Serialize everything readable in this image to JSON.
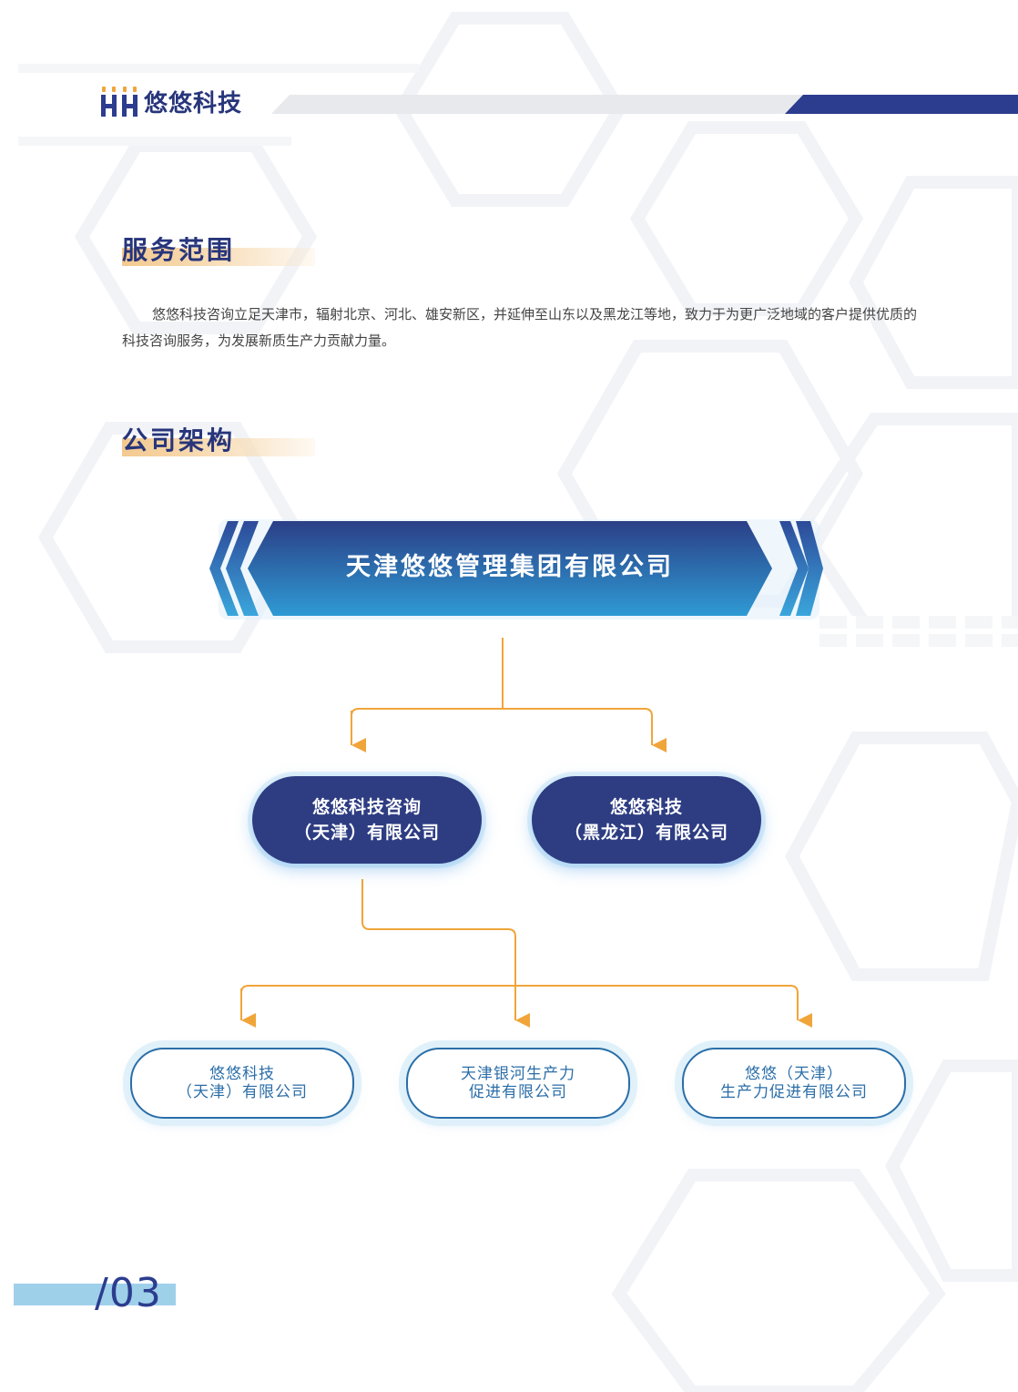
{
  "header": {
    "brand_name": "悠悠科技"
  },
  "sections": {
    "service": {
      "title": "服务范围",
      "paragraph": "悠悠科技咨询立足天津市，辐射北京、河北、雄安新区，并延伸至山东以及黑龙江等地，致力于为更广泛地域的客户提供优质的科技咨询服务，为发展新质生产力贡献力量。"
    },
    "structure": {
      "title": "公司架构"
    }
  },
  "org_chart": {
    "root": "天津悠悠管理集团有限公司",
    "level2": [
      {
        "line1": "悠悠科技咨询",
        "line2": "（天津）有限公司"
      },
      {
        "line1": "悠悠科技",
        "line2": "（黑龙江）有限公司"
      }
    ],
    "level3": [
      {
        "line1": "悠悠科技",
        "line2": "（天津）有限公司"
      },
      {
        "line1": "天津银河生产力",
        "line2": "促进有限公司"
      },
      {
        "line1": "悠悠（天津）",
        "line2": "生产力促进有限公司"
      }
    ]
  },
  "colors": {
    "brand_navy": "#27357b",
    "connector_orange": "#f0a53a",
    "node_blue": "#2b6ea8"
  },
  "footer": {
    "page_number": "/03"
  }
}
